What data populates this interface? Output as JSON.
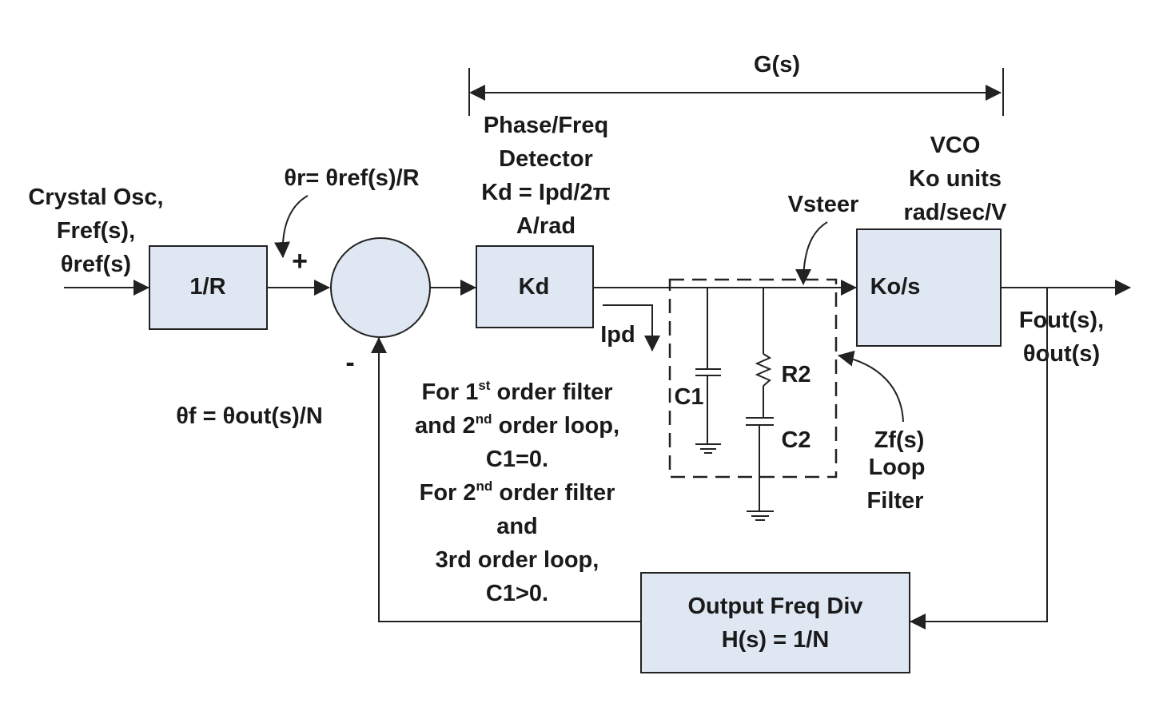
{
  "colors": {
    "block_fill": "#dfe7f3",
    "line": "#222222"
  },
  "gs_label": "G(s)",
  "input": {
    "lines": [
      "Crystal Osc,",
      "Fref(s),",
      "θref(s)"
    ]
  },
  "divider_r": {
    "label": "1/R"
  },
  "theta_r": "θr= θref(s)/R",
  "sum": {
    "plus": "+",
    "minus": "-"
  },
  "theta_f": "θf = θout(s)/N",
  "pfd": {
    "lines": [
      "Phase/Freq",
      "Detector",
      "Kd = Ipd/2π",
      "A/rad"
    ],
    "label": "Kd"
  },
  "ipd": "Ipd",
  "vsteer": "Vsteer",
  "vco": {
    "lines": [
      "VCO",
      "Ko units",
      "rad/sec/V"
    ],
    "label": "Ko/s"
  },
  "output": {
    "lines": [
      "Fout(s),",
      "θout(s)"
    ]
  },
  "filter": {
    "c1": "C1",
    "r2": "R2",
    "c2": "C2",
    "lines": [
      "Zf(s)",
      "Loop",
      "Filter"
    ]
  },
  "note": {
    "l1a": "For 1",
    "l1sup": "st",
    "l1b": " order filter",
    "l2a": "and 2",
    "l2sup": "nd",
    "l2b": " order loop,",
    "l3": "C1=0.",
    "l4a": "For 2",
    "l4sup": "nd",
    "l4b": " order filter",
    "l5": "and",
    "l6": "3rd order loop,",
    "l7": "C1>0."
  },
  "feedback_div": {
    "lines": [
      "Output Freq Div",
      "H(s) = 1/N"
    ]
  }
}
